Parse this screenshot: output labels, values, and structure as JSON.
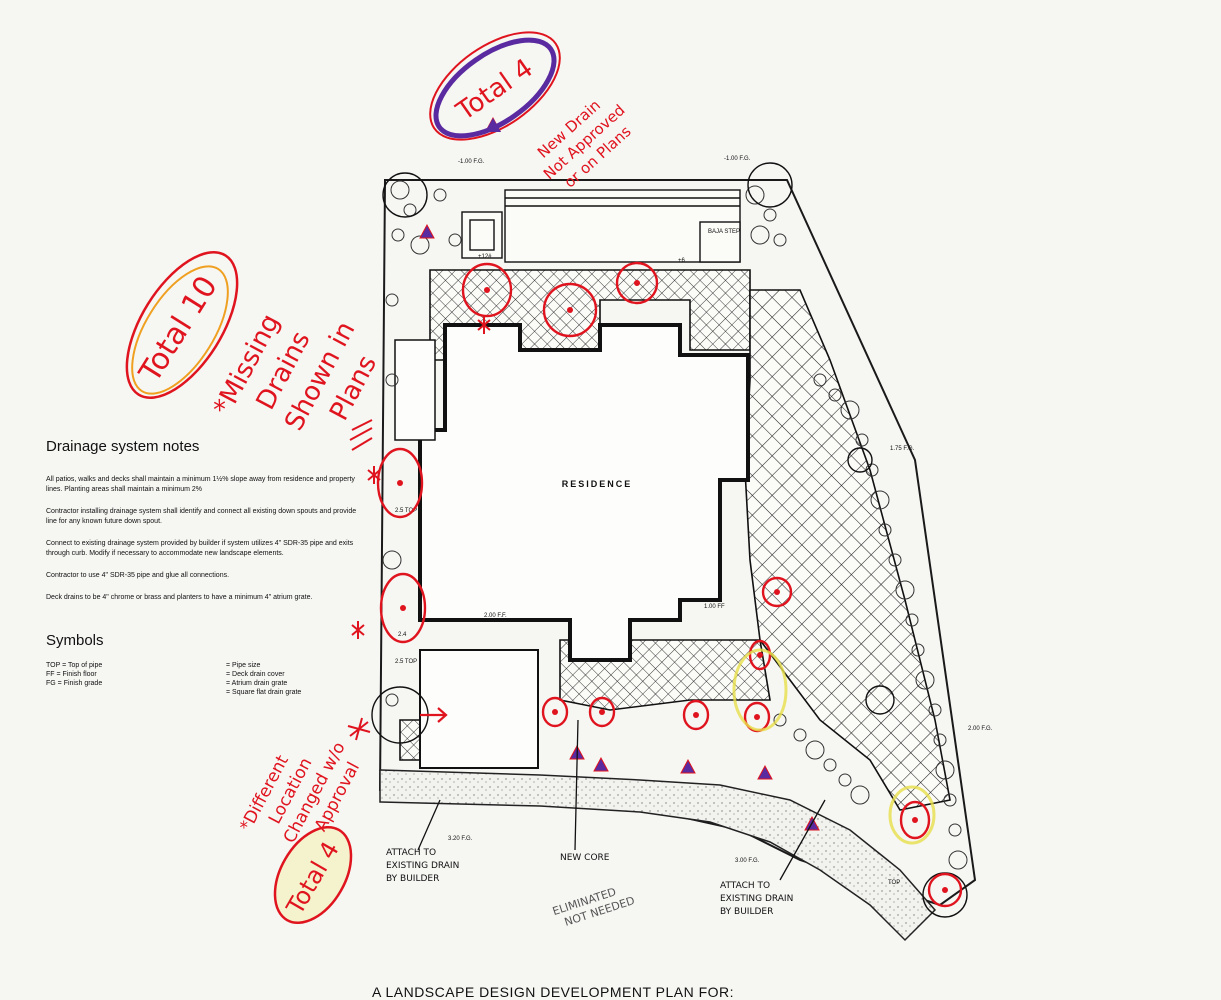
{
  "notes": {
    "title": "Drainage system notes",
    "items": [
      "All patios, walks and decks shall maintain a minimum 1½% slope away from residence and property lines. Planting areas shall maintain a minimum 2%",
      "Contractor installing drainage system shall identify and connect all existing down spouts and provide line for any known future down spout.",
      "Connect to existing drainage system provided by builder if system utilizes 4\" SDR-35 pipe and exits through curb. Modify if necessary to accommodate new landscape elements.",
      "Contractor to use 4\" SDR-35 pipe and glue all connections.",
      "Deck drains to be 4\" chrome or brass and planters to have a minimum 4\" atrium grate."
    ]
  },
  "symbols": {
    "title": "Symbols",
    "rows": [
      {
        "left": "TOP = Top of pipe",
        "right": "=  Pipe size"
      },
      {
        "left": "FF  =  Finish floor",
        "right": "=  Deck drain cover"
      },
      {
        "left": "FG  =  Finish grade",
        "right": "=  Atrium drain grate"
      },
      {
        "left": "",
        "right": "=  Square flat drain grate"
      }
    ]
  },
  "plan": {
    "residence_label": "RESIDENCE",
    "baja_step": "BAJA STEP",
    "grades": [
      "-1.00 F.G.",
      "-1.00 F.G.",
      "+12#",
      "+6",
      "1.75 F.G.",
      "2.00 F.G.",
      "2.00 F.F.",
      "1.00 FF",
      "2.00 F.G.",
      "3.20 F.G.",
      "3.00 F.G.",
      "TOP",
      "2.5 TOP",
      "2.5 TOP",
      "2.4"
    ]
  },
  "annotations": {
    "top_total": "Total 4",
    "top_note": [
      "New Drain",
      "Not Approved",
      "or on Plans"
    ],
    "left_total": "Total 10",
    "left_note": [
      "*Missing",
      "Drains",
      "Shown in",
      "Plans"
    ],
    "bottom_total": "Total 4",
    "bottom_note": [
      "*Different",
      "Location",
      "Changed w/o",
      "Approval"
    ]
  },
  "callouts": {
    "attach_left": [
      "ATTACH TO",
      "EXISTING DRAIN",
      "BY BUILDER"
    ],
    "new_core": [
      "NEW CORE"
    ],
    "eliminated": [
      "ELIMINATED",
      "NOT NEEDED"
    ],
    "attach_right": [
      "ATTACH TO",
      "EXISTING DRAIN",
      "BY BUILDER"
    ]
  },
  "footer": "A LANDSCAPE DESIGN DEVELOPMENT PLAN FOR:",
  "colors": {
    "red_ink": "#e0141e",
    "blue_ink": "#3522a8",
    "purple_marker": "#5a2aa0",
    "yellow_marker": "#e8e04a",
    "orange_marker": "#f0a020",
    "paper": "#f6f6f3",
    "line": "#1a1a1a"
  }
}
